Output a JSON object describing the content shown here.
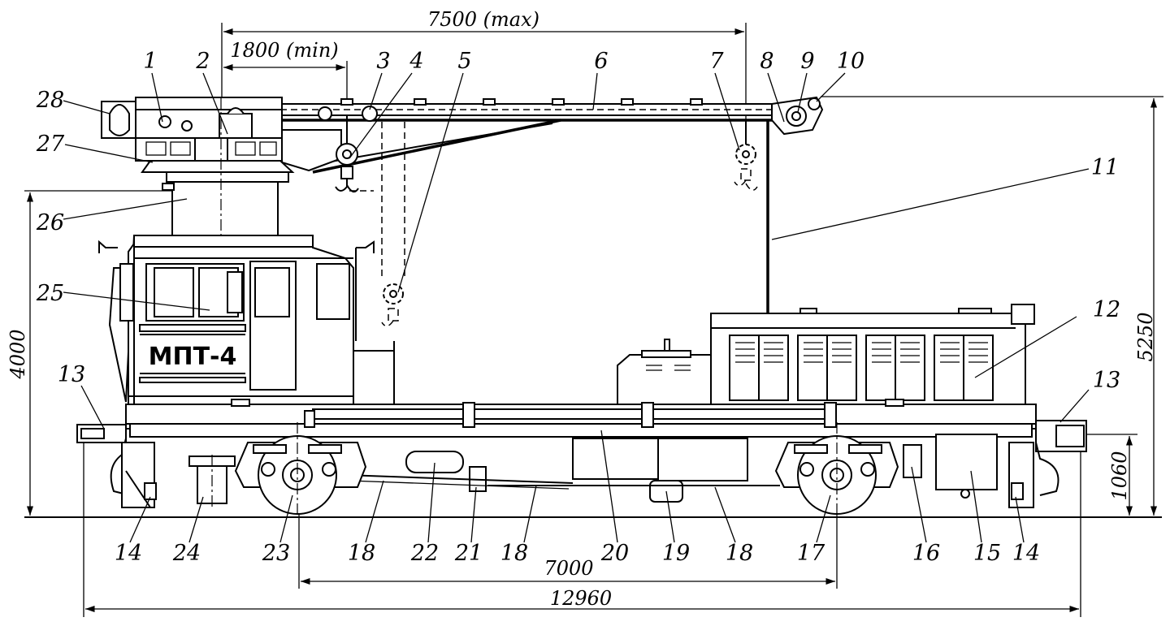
{
  "plate": "МПТ-4",
  "dimensions": {
    "boom_max": "7500 (max)",
    "boom_min": "1800 (min)",
    "total_height": "5250",
    "cab_height": "4000",
    "coupler_height": "1060",
    "bogie_base": "7000",
    "total_length": "12960"
  },
  "callouts": {
    "n1": "1",
    "n2": "2",
    "n3": "3",
    "n4": "4",
    "n5": "5",
    "n6": "6",
    "n7": "7",
    "n8": "8",
    "n9": "9",
    "n10": "10",
    "n11": "11",
    "n12": "12",
    "n13a": "13",
    "n13b": "13",
    "n14a": "14",
    "n14b": "14",
    "n15": "15",
    "n16": "16",
    "n17": "17",
    "n18a": "18",
    "n18b": "18",
    "n18c": "18",
    "n19": "19",
    "n20": "20",
    "n21": "21",
    "n22": "22",
    "n23": "23",
    "n24": "24",
    "n25": "25",
    "n26": "26",
    "n27": "27",
    "n28": "28"
  }
}
